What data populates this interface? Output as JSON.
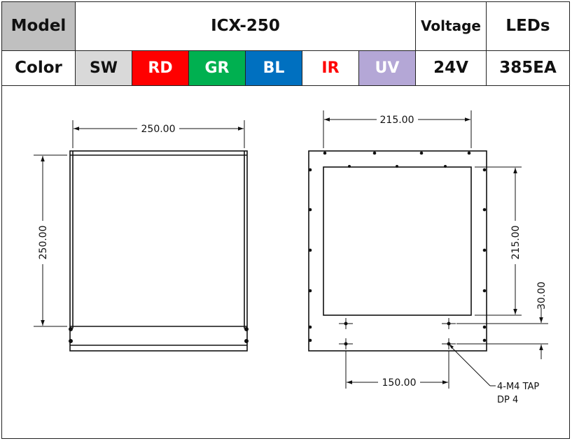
{
  "spec_table": {
    "model_label": "Model",
    "model_value": "ICX-250",
    "voltage_label": "Voltage",
    "leds_label": "LEDs",
    "color_label": "Color",
    "colors": [
      {
        "label": "SW",
        "color": "#d9d9d9"
      },
      {
        "label": "RD",
        "color": "#ff0000"
      },
      {
        "label": "GR",
        "color": "#00b050"
      },
      {
        "label": "BL",
        "color": "#0070c0"
      },
      {
        "label": "IR",
        "color": "#ffffff"
      },
      {
        "label": "UV",
        "color": "#b4a7d6"
      }
    ],
    "voltage_value": "24V",
    "leds_value": "385EA"
  },
  "drawing": {
    "side_view": {
      "width_dim": "250.00",
      "height_dim": "250.00"
    },
    "front_view": {
      "outer_width_dim": "215.00",
      "window_height_dim": "215.00",
      "tap_offset_dim": "30.00",
      "tap_spacing_dim": "150.00",
      "tap_note_line1": "4-M4 TAP",
      "tap_note_line2": "DP 4"
    }
  }
}
